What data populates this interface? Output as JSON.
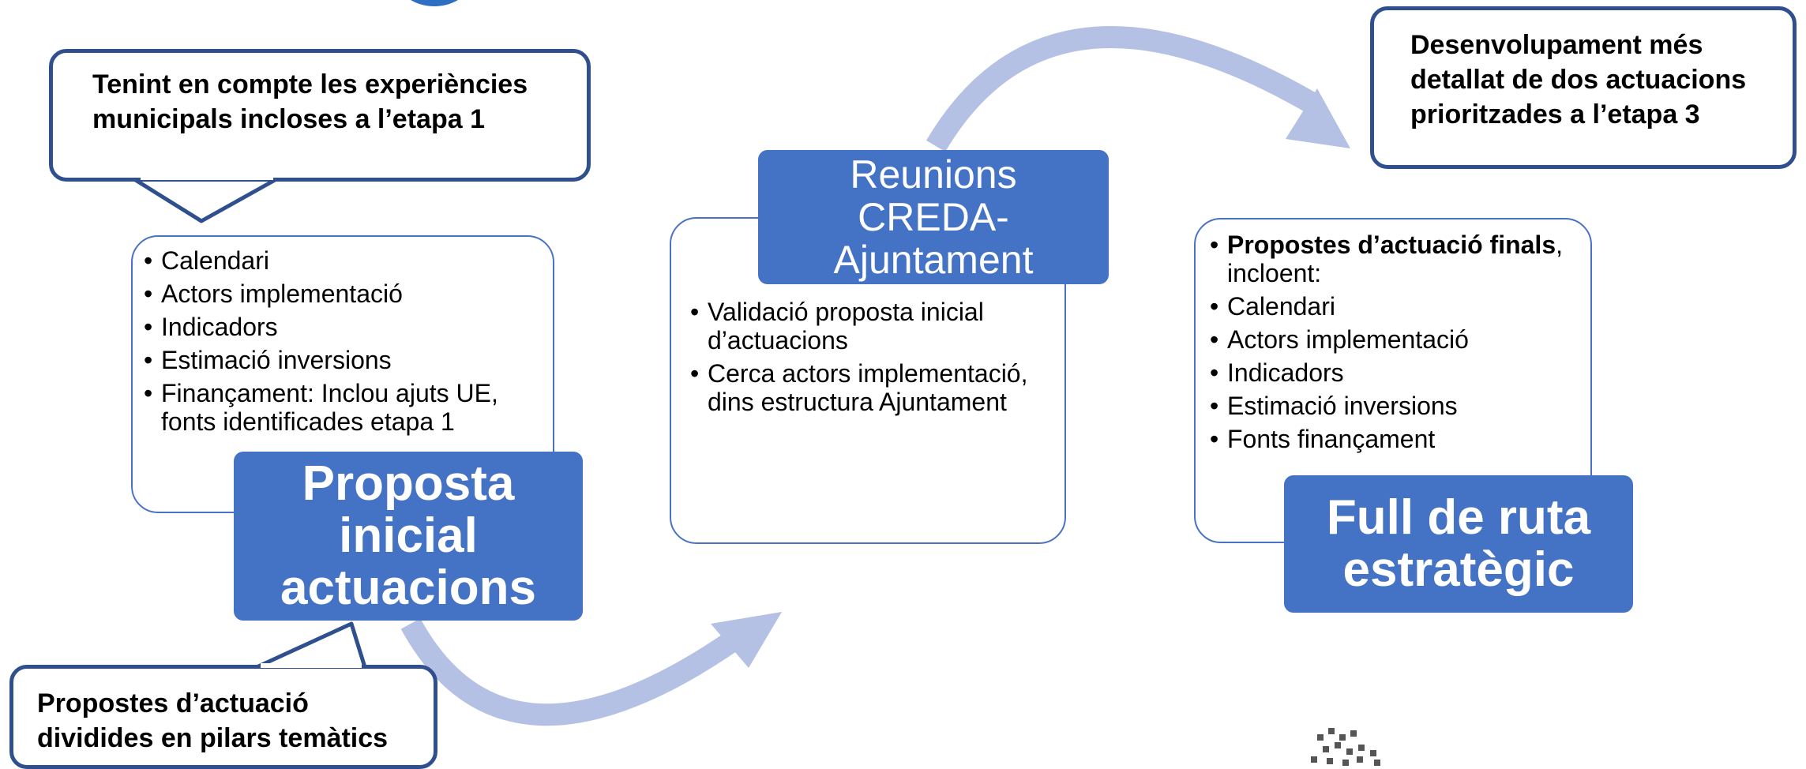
{
  "callouts": {
    "top_left": "Tenint en compte les experiències municipals incloses a l’etapa 1",
    "bottom_left": "Propostes d’actuació dividides en pilars temàtics",
    "top_right": "Desenvolupament més detallat de dos actuacions prioritzades a l’etapa 3"
  },
  "steps": [
    {
      "title": "Proposta inicial actuacions",
      "items": [
        "Calendari",
        "Actors implementació",
        "Indicadors",
        "Estimació inversions",
        "Finançament: Inclou ajuts UE, fonts identificades etapa 1"
      ]
    },
    {
      "title": "Reunions CREDA-Ajuntament",
      "items": [
        "Validació proposta inicial d’actuacions",
        "Cerca actors implementació, dins estructura Ajuntament"
      ]
    },
    {
      "title": "Full de ruta estratègic",
      "items_lead_bold": "Propostes d’actuació finals",
      "items_lead_rest": ", incloent:",
      "items": [
        "Calendari",
        "Actors implementació",
        "Indicadors",
        "Estimació inversions",
        "Fonts finançament"
      ]
    }
  ],
  "colors": {
    "accent": "#4472c4",
    "arrow": "#b4c1e4",
    "callout_border": "#2f4f8f"
  }
}
